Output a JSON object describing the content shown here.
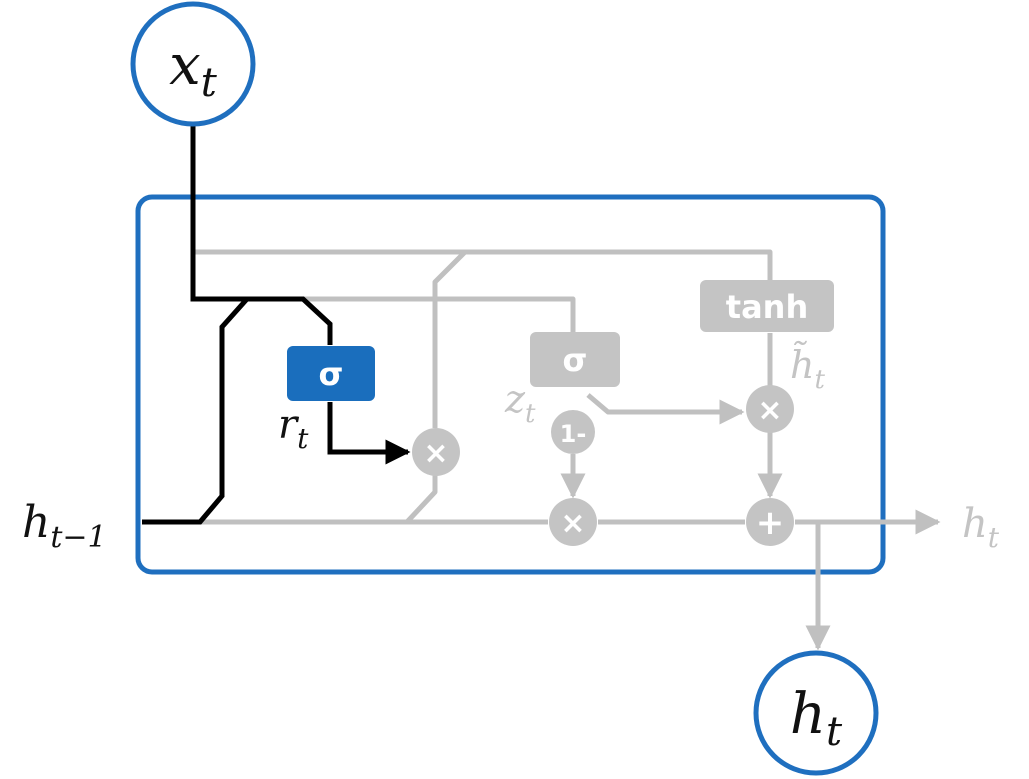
{
  "nodes": {
    "input": {
      "base": "x",
      "sub": "t"
    },
    "output": {
      "base": "h",
      "sub": "t"
    }
  },
  "labels": {
    "h_prev": {
      "base": "h",
      "sub": "t−1"
    },
    "h_out": {
      "base": "h",
      "sub": "t"
    },
    "r": {
      "base": "r",
      "sub": "t"
    },
    "z": {
      "base": "z",
      "sub": "t"
    },
    "h_tilde": {
      "base": "h̃",
      "sub": "t"
    }
  },
  "gates": {
    "reset_sigma": "σ",
    "update_sigma": "σ",
    "candidate_tanh": "tanh",
    "one_minus": "1-"
  },
  "operators": {
    "multiply": "×",
    "add": "+"
  },
  "colors": {
    "highlight_path": "#000000",
    "inactive_path": "#c0c0c0",
    "accent_blue": "#1f6fbf",
    "active_gate_fill": "#1a6ebd",
    "inactive_gate_fill": "#c4c4c4",
    "text_dark": "#111111",
    "text_muted": "#c4c4c4"
  }
}
